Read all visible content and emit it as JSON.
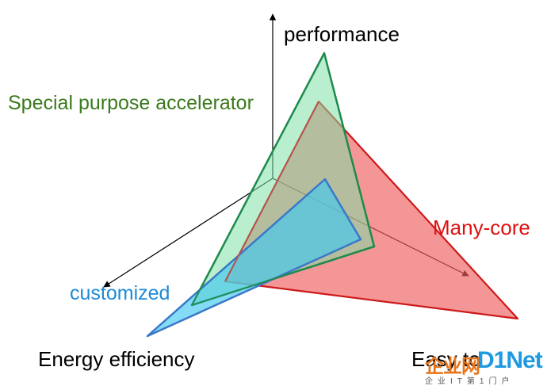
{
  "axes": {
    "performance": "performance",
    "energy_efficiency": "Energy efficiency",
    "ease": "Easy to"
  },
  "series": [
    {
      "name": "Special purpose accelerator",
      "color": "#3a7a1c",
      "fill": "#7fe0a8",
      "stroke": "#1f8a4c"
    },
    {
      "name": "Many-core",
      "color": "#dd1010",
      "fill": "#ee5e5e",
      "stroke": "#cc1a1a"
    },
    {
      "name": "customized",
      "color": "#1e8ad6",
      "fill": "#40c8f0",
      "stroke": "#3a78c8"
    }
  ],
  "watermark": {
    "logo": "企业网D1Net",
    "logo_a": "企业网",
    "logo_b": "D1Net",
    "subtitle": "企业IT第1门户"
  }
}
